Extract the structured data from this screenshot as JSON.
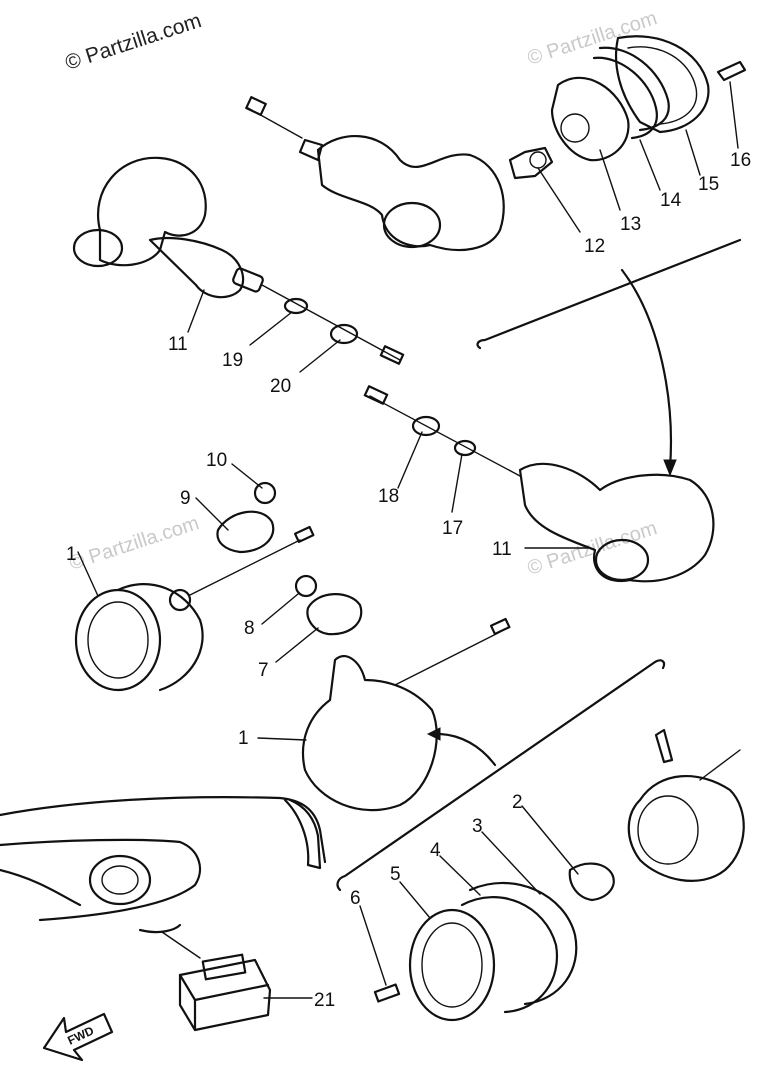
{
  "watermark": {
    "main": "© Partzilla.com",
    "faint": "© Partzilla.com"
  },
  "fwd_label": "FWD",
  "callouts": {
    "c1a": "1",
    "c1b": "1",
    "c2": "2",
    "c3": "3",
    "c4": "4",
    "c5": "5",
    "c6": "6",
    "c7": "7",
    "c8": "8",
    "c9": "9",
    "c10": "10",
    "c11a": "11",
    "c11b": "11",
    "c12": "12",
    "c13": "13",
    "c14": "14",
    "c15": "15",
    "c16": "16",
    "c17": "17",
    "c18": "18",
    "c19": "19",
    "c20": "20",
    "c21": "21"
  }
}
